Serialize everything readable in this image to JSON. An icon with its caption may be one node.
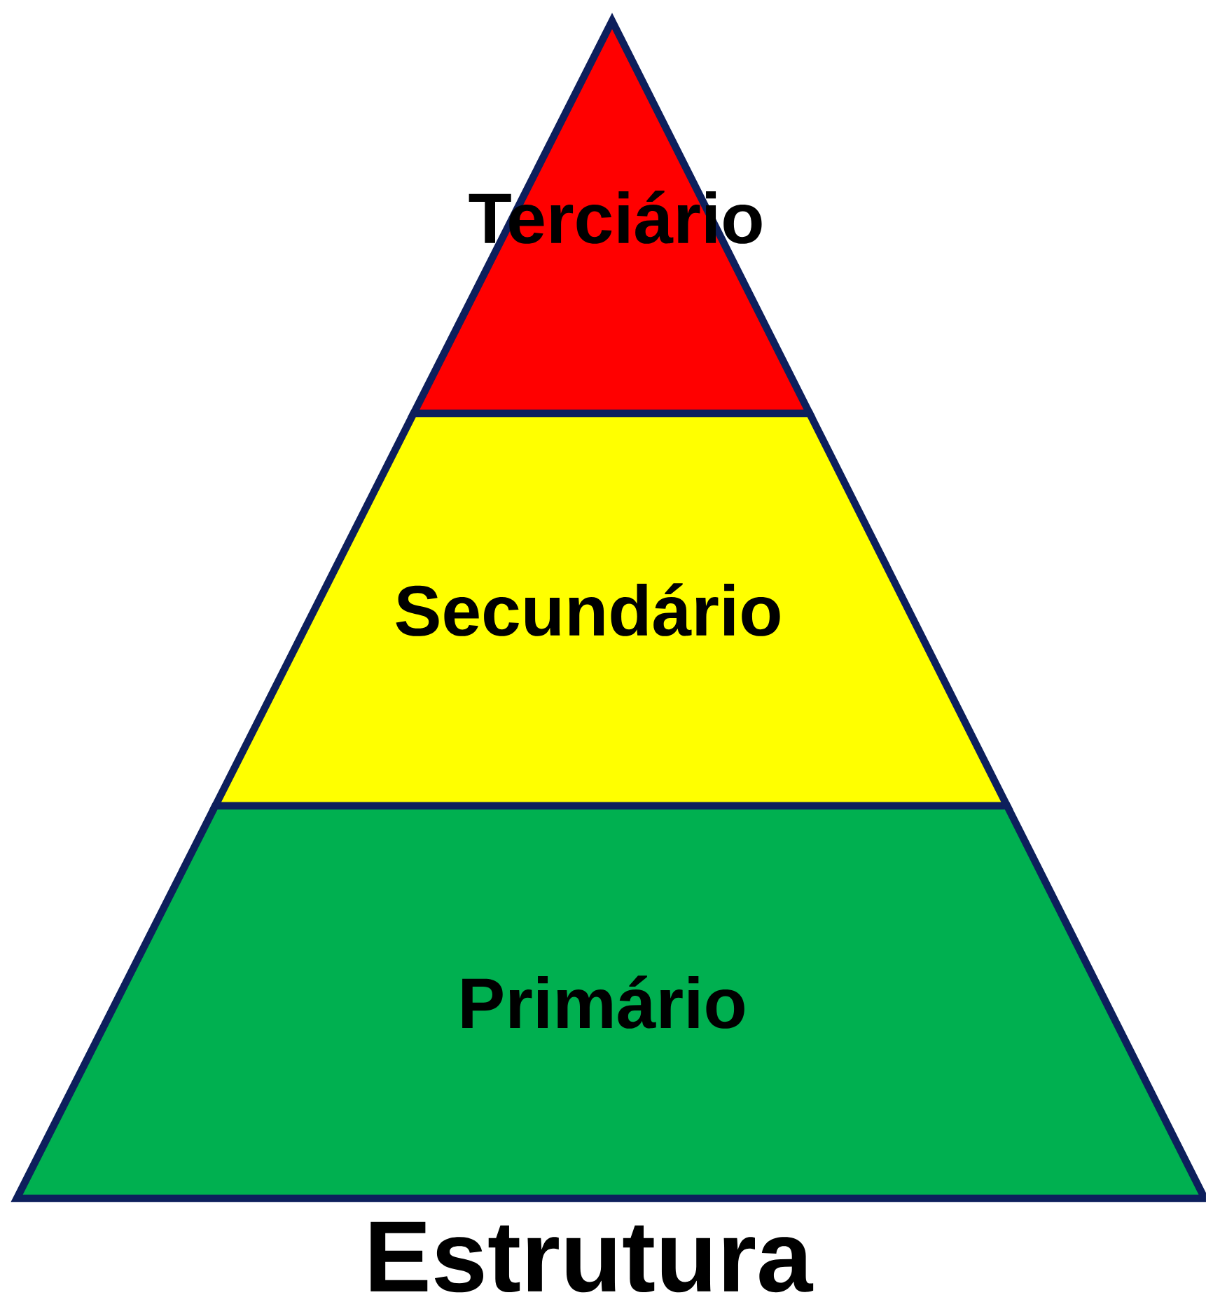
{
  "diagram": {
    "caption": "Estrutura",
    "nodes": [
      {
        "text": [
          "Terciário"
        ]
      },
      {
        "text": [
          "Secundário"
        ]
      },
      {
        "text": [
          "Primário"
        ]
      }
    ]
  }
}
